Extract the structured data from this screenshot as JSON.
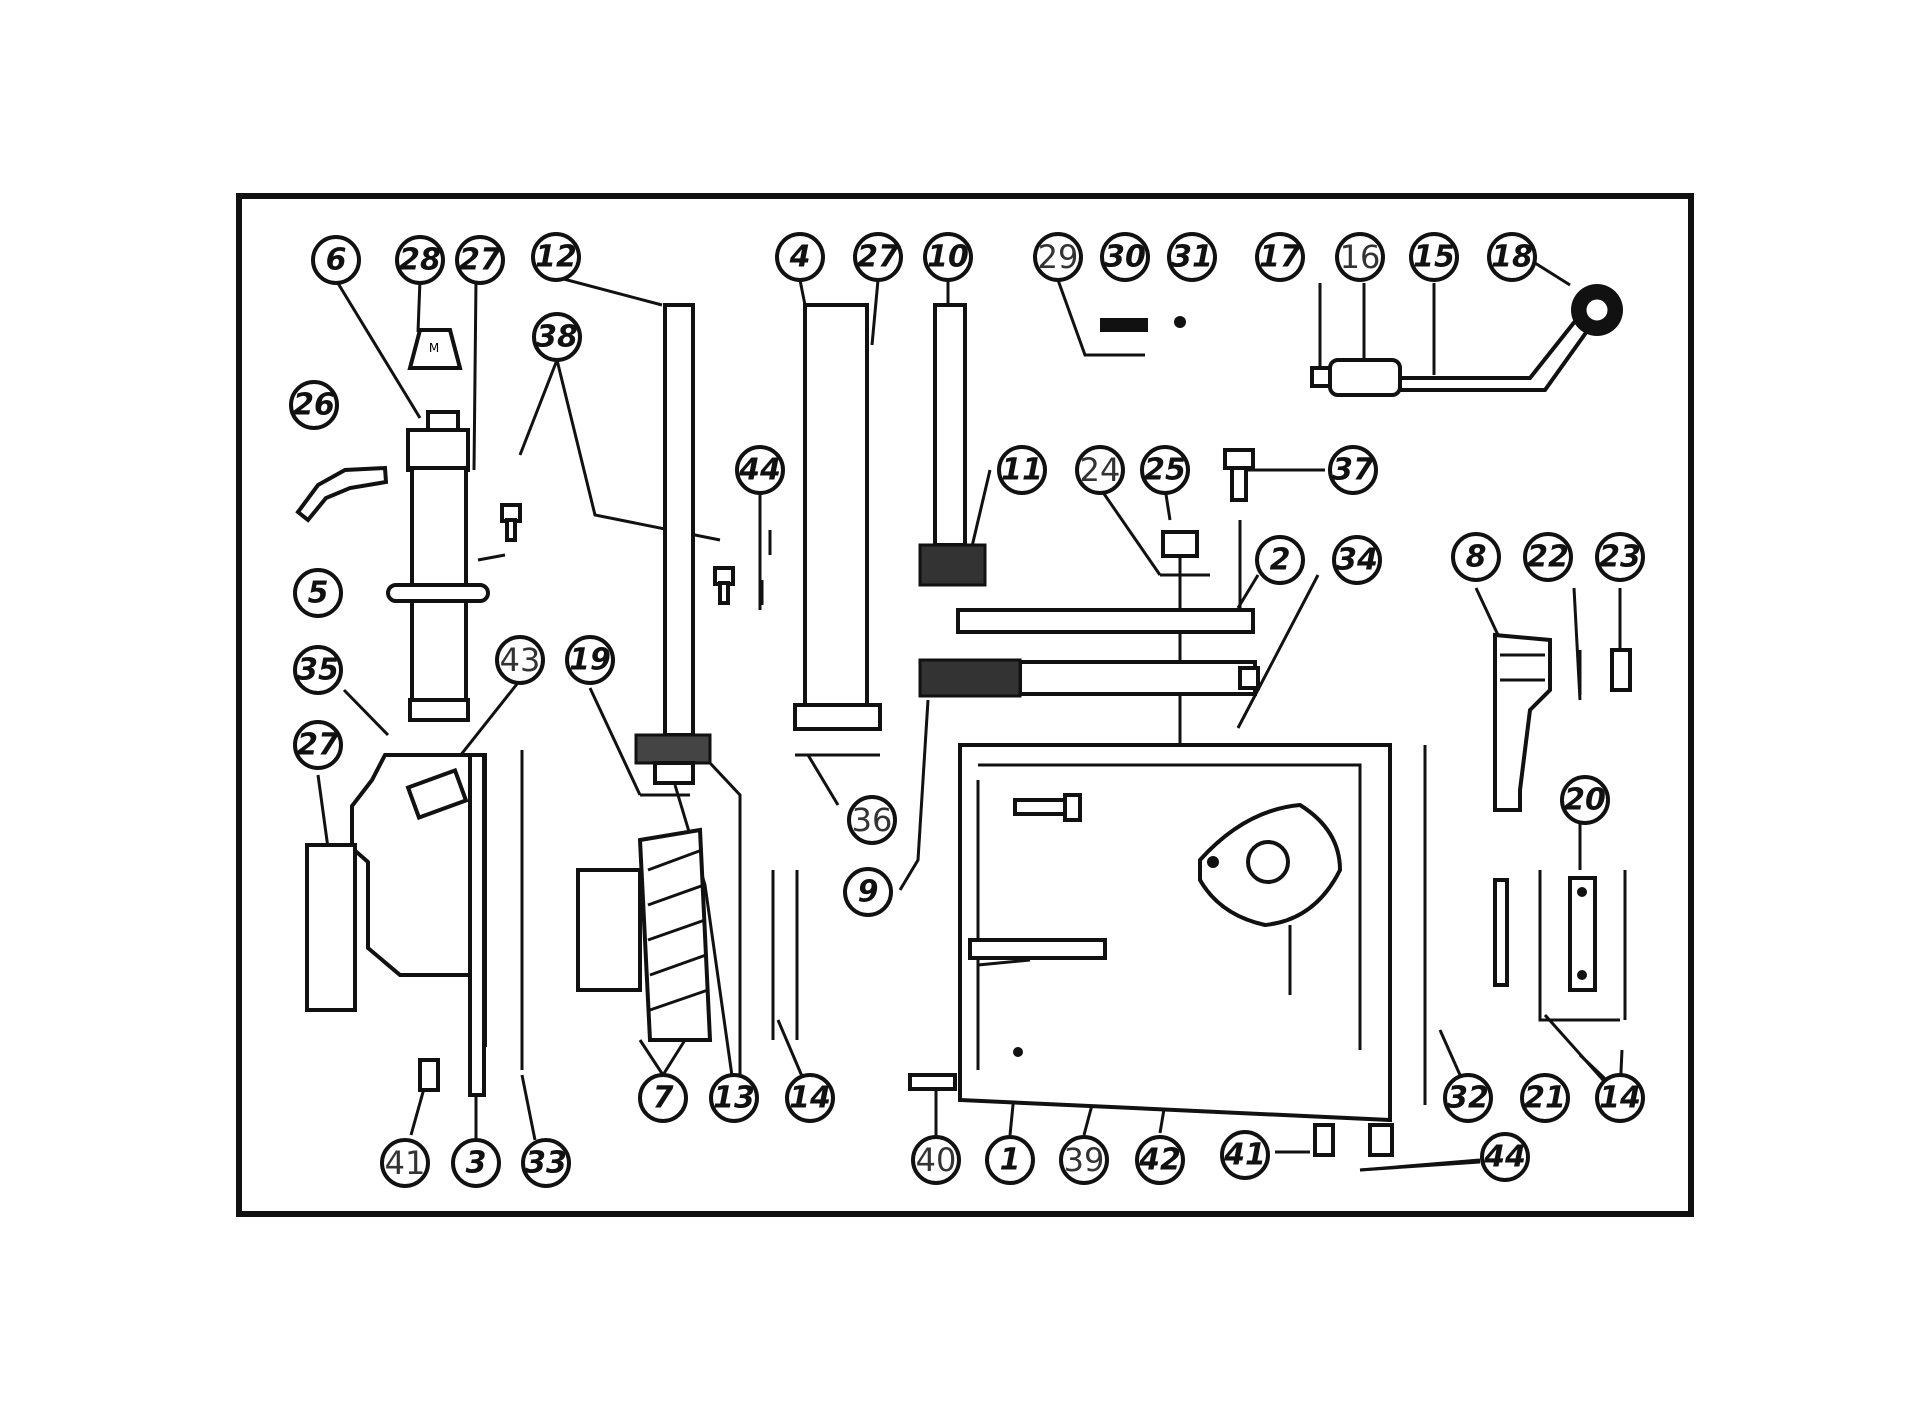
{
  "colors": {
    "ink": "#111111",
    "paper": "#ffffff"
  },
  "callouts": [
    {
      "id": "c6",
      "label": "6"
    },
    {
      "id": "c28",
      "label": "28"
    },
    {
      "id": "c27a",
      "label": "27"
    },
    {
      "id": "c12",
      "label": "12"
    },
    {
      "id": "c4",
      "label": "4"
    },
    {
      "id": "c27b",
      "label": "27"
    },
    {
      "id": "c10",
      "label": "10"
    },
    {
      "id": "c29",
      "label": "29"
    },
    {
      "id": "c30",
      "label": "30"
    },
    {
      "id": "c31",
      "label": "31"
    },
    {
      "id": "c17",
      "label": "17"
    },
    {
      "id": "c16",
      "label": "16"
    },
    {
      "id": "c15",
      "label": "15"
    },
    {
      "id": "c18",
      "label": "18"
    },
    {
      "id": "c38",
      "label": "38"
    },
    {
      "id": "c26",
      "label": "26"
    },
    {
      "id": "c44a",
      "label": "44"
    },
    {
      "id": "c11",
      "label": "11"
    },
    {
      "id": "c24",
      "label": "24"
    },
    {
      "id": "c25",
      "label": "25"
    },
    {
      "id": "c37",
      "label": "37"
    },
    {
      "id": "c5",
      "label": "5"
    },
    {
      "id": "c2",
      "label": "2"
    },
    {
      "id": "c34",
      "label": "34"
    },
    {
      "id": "c8",
      "label": "8"
    },
    {
      "id": "c22",
      "label": "22"
    },
    {
      "id": "c23",
      "label": "23"
    },
    {
      "id": "c35",
      "label": "35"
    },
    {
      "id": "c43",
      "label": "43"
    },
    {
      "id": "c19",
      "label": "19"
    },
    {
      "id": "c27c",
      "label": "27"
    },
    {
      "id": "c36",
      "label": "36"
    },
    {
      "id": "c20",
      "label": "20"
    },
    {
      "id": "c9",
      "label": "9"
    },
    {
      "id": "c7",
      "label": "7"
    },
    {
      "id": "c13",
      "label": "13"
    },
    {
      "id": "c14a",
      "label": "14"
    },
    {
      "id": "c32",
      "label": "32"
    },
    {
      "id": "c21",
      "label": "21"
    },
    {
      "id": "c14b",
      "label": "14"
    },
    {
      "id": "c41a",
      "label": "41"
    },
    {
      "id": "c3",
      "label": "3"
    },
    {
      "id": "c33",
      "label": "33"
    },
    {
      "id": "c40",
      "label": "40"
    },
    {
      "id": "c1",
      "label": "1"
    },
    {
      "id": "c39",
      "label": "39"
    },
    {
      "id": "c42",
      "label": "42"
    },
    {
      "id": "c41b",
      "label": "41"
    },
    {
      "id": "c44b",
      "label": "44"
    }
  ]
}
